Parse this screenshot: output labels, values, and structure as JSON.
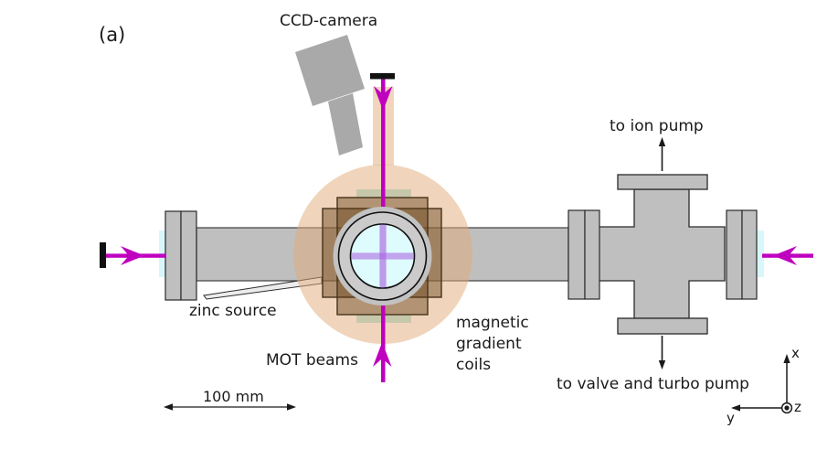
{
  "figure": {
    "panel_label": "(a)",
    "labels": {
      "ccd_camera": "CCD-camera",
      "ion_pump": "to ion pump",
      "valve_turbo_pump": "to valve and turbo pump",
      "zinc_source": "zinc source",
      "mot_beams": "MOT beams",
      "coils_lines": [
        "magnetic",
        "gradient",
        "coils"
      ],
      "scale_bar": "100 mm"
    },
    "axes": {
      "x": "x",
      "y": "y",
      "z": "z"
    },
    "colors": {
      "beam_magenta": "#bf00bf",
      "beam_inner_purple": "#a85fe0",
      "vacuum_gray": "#bfbfbf",
      "camera_gray": "#a9a9a9",
      "coil_brown_fill": "rgba(92,58,16,0.42)",
      "coil_brown_border": "#46321a",
      "chamber_peach": "rgba(226,171,122,0.5)",
      "window_cyan": "#defbfd",
      "outline_dark": "#2a2a2a"
    }
  }
}
